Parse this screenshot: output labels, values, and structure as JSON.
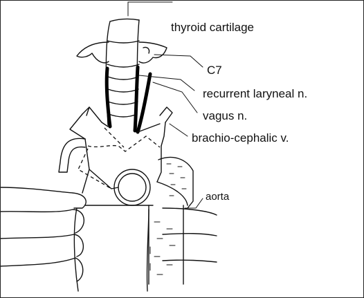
{
  "labels": {
    "thyroid": "thyroid cartilage",
    "c7": "C7",
    "recurrent": "recurrent laryneal n.",
    "vagus": "vagus n.",
    "brachio": "brachio-cephalic v.",
    "aorta": "aorta"
  }
}
